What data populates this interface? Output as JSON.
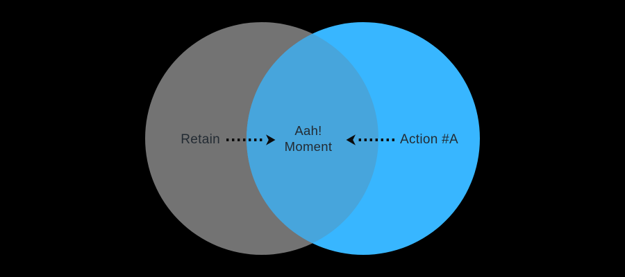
{
  "venn": {
    "background_color": "#000000",
    "text_color": "#232b33",
    "arrow_color": "#0b0b0b",
    "left_circle": {
      "color": "#737373"
    },
    "right_circle": {
      "color": "#38b6ff"
    },
    "overlap": {
      "color": "#47a5dc"
    },
    "labels": {
      "left": "Retain",
      "right": "Action #A",
      "center_line1": "Aah!",
      "center_line2": "Moment"
    },
    "arrows": [
      {
        "from": "Retain",
        "to": "center-label",
        "direction": "right",
        "style": "dotted"
      },
      {
        "from": "Action #A",
        "to": "center-label",
        "direction": "left",
        "style": "dotted"
      }
    ]
  }
}
